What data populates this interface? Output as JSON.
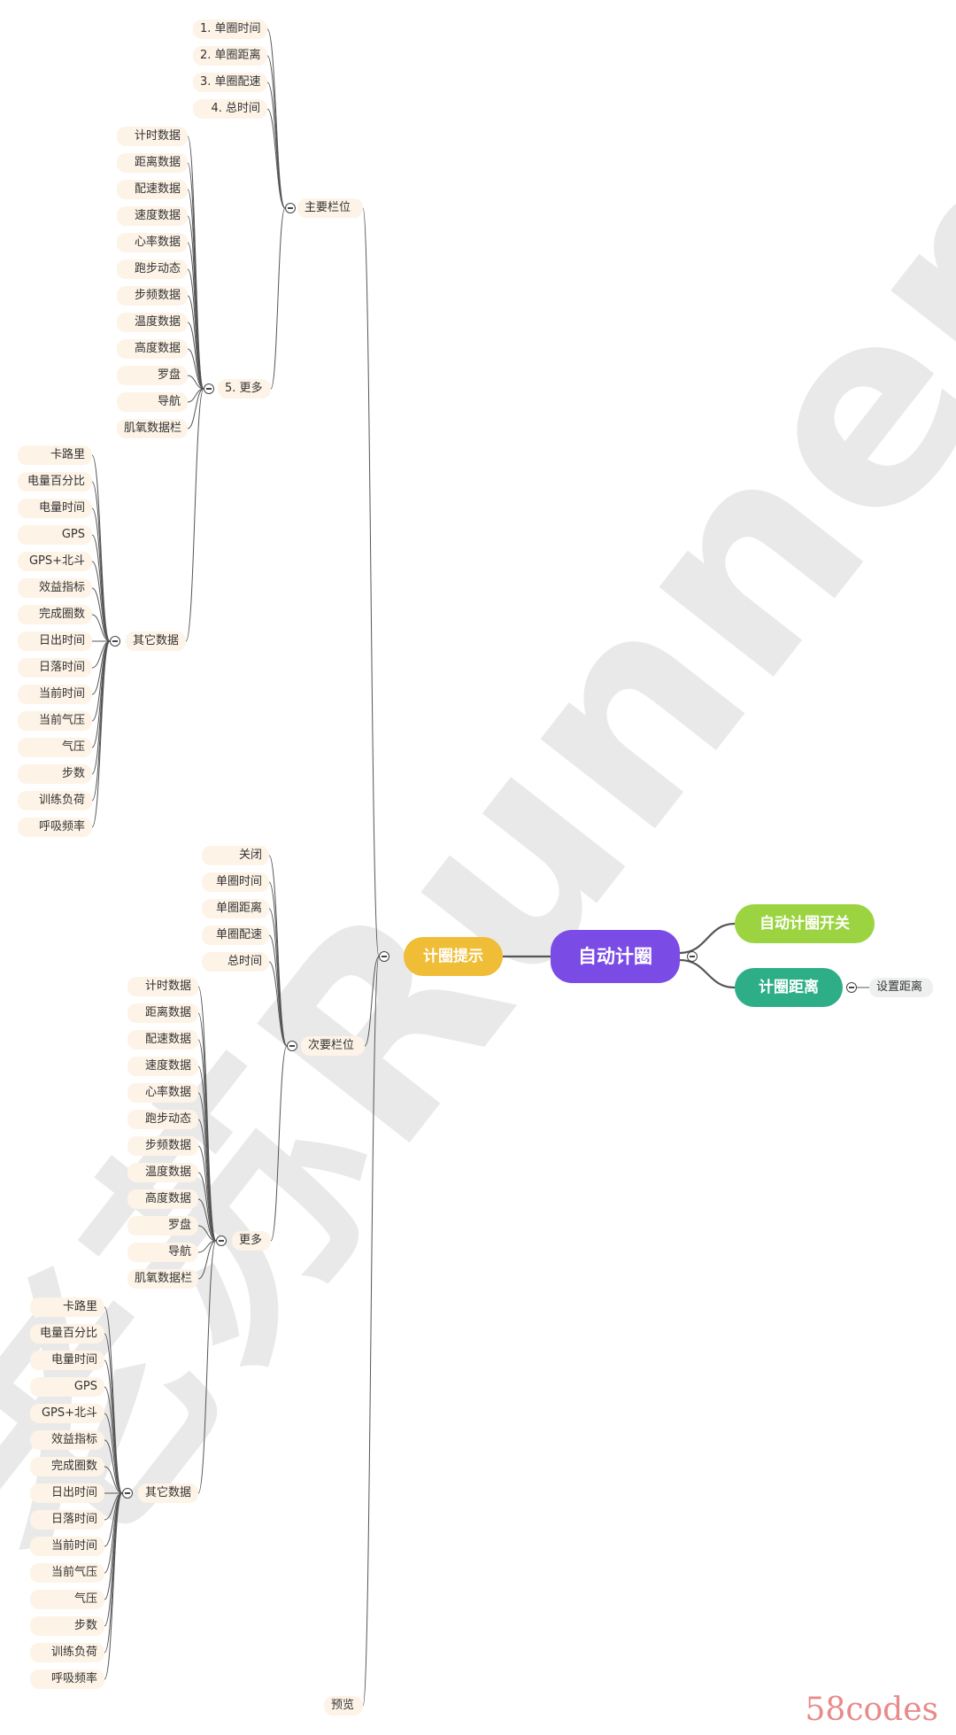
{
  "watermark": "老苏Runner",
  "brand": "58codes",
  "colors": {
    "root": "#7b4be6",
    "auto_switch": "#9bd440",
    "lap_distance": "#2eae86",
    "lap_prompt": "#efbd36",
    "line": "#555555"
  },
  "root": "自动计圈",
  "right_branches": {
    "auto_switch": "自动计圈开关",
    "lap_distance": "计圈距离",
    "set_distance": "设置距离"
  },
  "lap_prompt": {
    "label": "计圈提示",
    "main_field": {
      "label": "主要栏位",
      "items": [
        "1. 单圈时间",
        "2. 单圈距离",
        "3. 单圈配速",
        "4. 总时间"
      ],
      "more": {
        "label": "5. 更多",
        "items": [
          "计时数据",
          "距离数据",
          "配速数据",
          "速度数据",
          "心率数据",
          "跑步动态",
          "步频数据",
          "温度数据",
          "高度数据",
          "罗盘",
          "导航",
          "肌氧数据栏"
        ],
        "other": {
          "label": "其它数据",
          "items": [
            "卡路里",
            "电量百分比",
            "电量时间",
            "GPS",
            "GPS+北斗",
            "效益指标",
            "完成圈数",
            "日出时间",
            "日落时间",
            "当前时间",
            "当前气压",
            "气压",
            "步数",
            "训练负荷",
            "呼吸频率"
          ]
        }
      }
    },
    "secondary_field": {
      "label": "次要栏位",
      "items": [
        "关闭",
        "单圈时间",
        "单圈距离",
        "单圈配速",
        "总时间"
      ],
      "more": {
        "label": "更多",
        "items": [
          "计时数据",
          "距离数据",
          "配速数据",
          "速度数据",
          "心率数据",
          "跑步动态",
          "步频数据",
          "温度数据",
          "高度数据",
          "罗盘",
          "导航",
          "肌氧数据栏"
        ],
        "other": {
          "label": "其它数据",
          "items": [
            "卡路里",
            "电量百分比",
            "电量时间",
            "GPS",
            "GPS+北斗",
            "效益指标",
            "完成圈数",
            "日出时间",
            "日落时间",
            "当前时间",
            "当前气压",
            "气压",
            "步数",
            "训练负荷",
            "呼吸频率"
          ]
        }
      }
    },
    "preview": "预览"
  }
}
